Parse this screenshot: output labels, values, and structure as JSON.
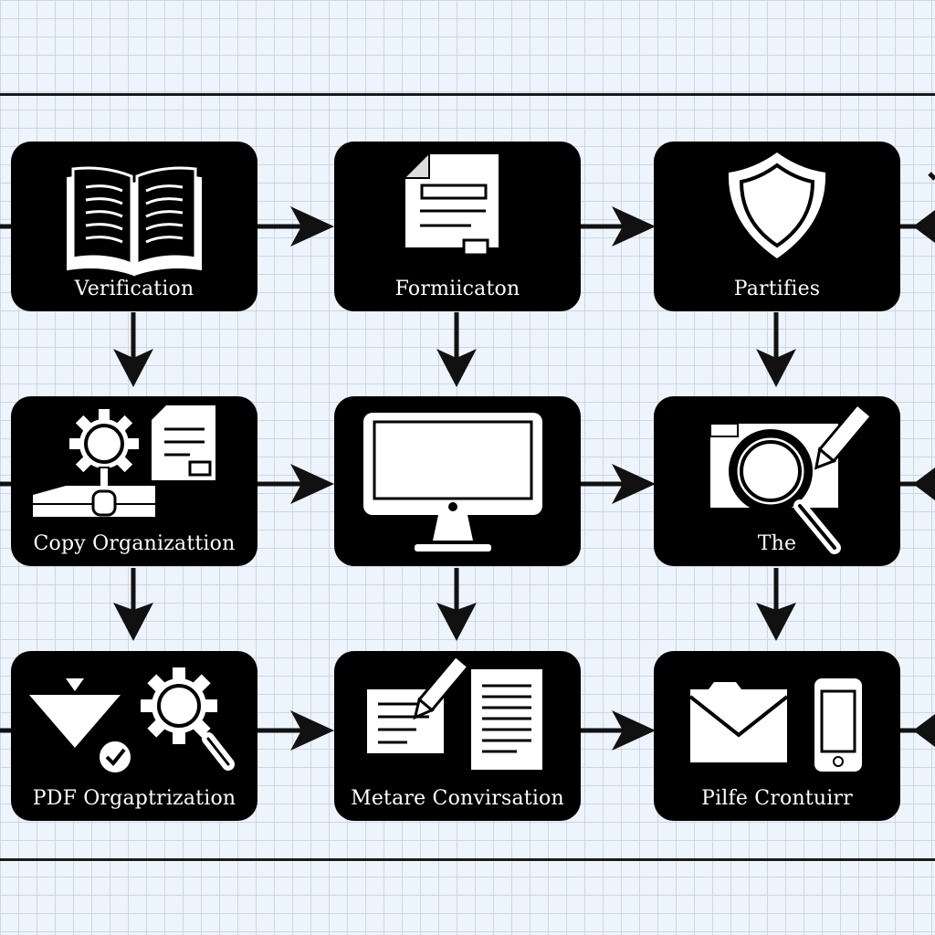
{
  "diagram": {
    "nodes": [
      {
        "id": "r1c1",
        "label": "Verification",
        "icon": "open-book-icon"
      },
      {
        "id": "r1c2",
        "label": "Formiicaton",
        "icon": "document-icon"
      },
      {
        "id": "r1c3",
        "label": "Partifies",
        "icon": "shield-icon"
      },
      {
        "id": "r2c1",
        "label": "Copy Organizattion",
        "icon": "gear-magnifier-document-icon"
      },
      {
        "id": "r2c2",
        "label": "",
        "icon": "monitor-icon"
      },
      {
        "id": "r2c3",
        "label": "The",
        "icon": "magnifier-pencil-icon"
      },
      {
        "id": "r3c1",
        "label": "PDF Orgaptrization",
        "icon": "funnel-gear-check-icon"
      },
      {
        "id": "r3c2",
        "label": "Metare Convirsation",
        "icon": "edit-document-icon"
      },
      {
        "id": "r3c3",
        "label": "Pilfe Crontuirr",
        "icon": "envelope-phone-icon"
      }
    ]
  },
  "colors": {
    "node_fill": "#000000",
    "node_text": "#ffffff",
    "grid": "#c9d7e6",
    "background": "#eef4fb",
    "arrow": "#111111"
  }
}
